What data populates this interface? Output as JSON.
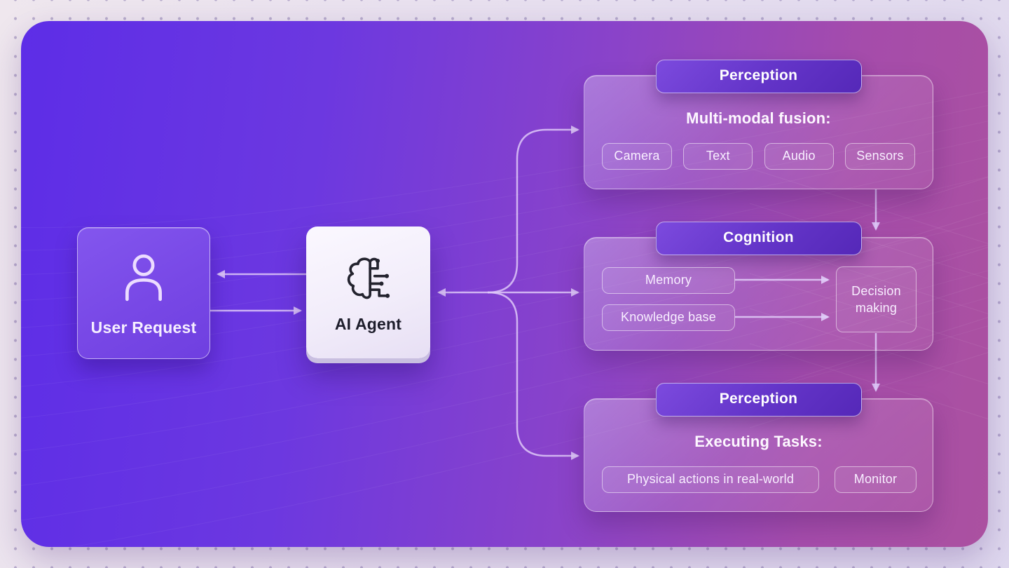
{
  "icons": {
    "user": "user-icon",
    "ai_agent": "brain-circuit-icon"
  },
  "nodes": {
    "user_request": {
      "label": "User Request"
    },
    "ai_agent": {
      "label": "AI Agent"
    }
  },
  "sections": {
    "perception": {
      "header": "Perception",
      "subtitle": "Multi-modal fusion:",
      "chips": [
        "Camera",
        "Text",
        "Audio",
        "Sensors"
      ]
    },
    "cognition": {
      "header": "Cognition",
      "chips": [
        "Memory",
        "Knowledge base"
      ],
      "output_chip": "Decision making"
    },
    "action": {
      "header": "Perception",
      "subtitle": "Executing Tasks:",
      "chips": [
        "Physical actions in real-world",
        "Monitor"
      ]
    }
  },
  "colors": {
    "canvas_gradient_start": "#5d2de7",
    "canvas_gradient_end": "#ab51a0",
    "header_pill_start": "#7c4ade",
    "header_pill_end": "#5528b8",
    "connector": "#dec8f8",
    "agent_card": "#f5f1fc",
    "agent_text": "#1d1d2b",
    "frame_background": "#e7dfef"
  }
}
